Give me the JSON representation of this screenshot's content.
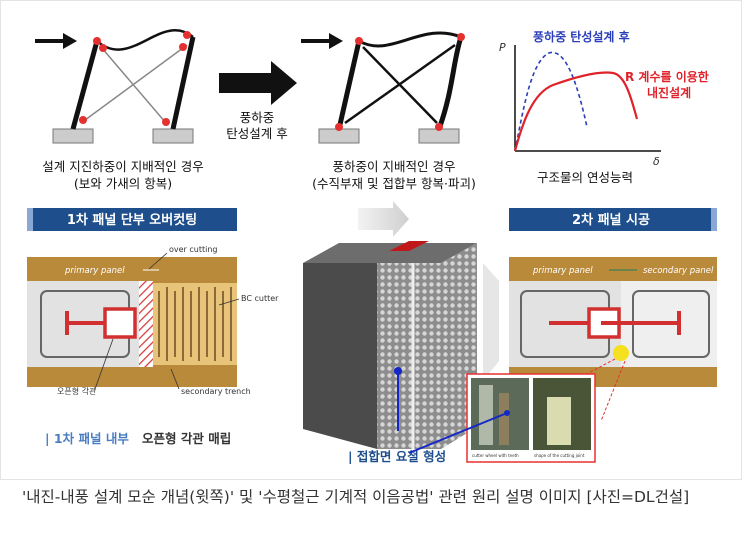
{
  "top": {
    "left_caption_1": "설계 지진하중이 지배적인 경우",
    "left_caption_2": "(보와 가새의 항복)",
    "middle_arrow_1": "풍하중",
    "middle_arrow_2": "탄성설계 후",
    "right_caption_1": "풍하중이 지배적인 경우",
    "right_caption_2": "(수직부재 및 접합부 항복·파괴)"
  },
  "graph": {
    "y_axis": "P",
    "x_axis": "δ",
    "blue_label": "풍하중 탄성설계 후",
    "red_label_1": "R 계수를 이용한",
    "red_label_2": "내진설계",
    "caption": "구조물의 연성능력",
    "blue_color": "#2a3fb8",
    "red_color": "#e0222a"
  },
  "bottom": {
    "left_header": "1차 패널 단부 오버컷팅",
    "right_header": "2차 패널 시공",
    "primary_panel": "primary panel",
    "secondary_panel": "secondary panel",
    "over_cutting": "over cutting",
    "bc_cutter": "BC cutter",
    "open_pipe": "오픈형 각관",
    "secondary_trench": "secondary trench",
    "left_note_prefix": "| 1차 패널 내부",
    "left_note_rest": " 오픈형 각관 매립",
    "center_note": "| 접합면 요철 형성",
    "photo_label_1": "cutter wheel with teeth",
    "photo_label_2": "shape of the cutting joint",
    "header_color": "#1e4f8c",
    "soil_color": "#b98a3a"
  },
  "caption": "'내진-내풍 설계 모순 개념(윗쪽)' 및 '수평철근 기계적 이음공법' 관련 원리 설명 이미지 [사진=DL건설]"
}
